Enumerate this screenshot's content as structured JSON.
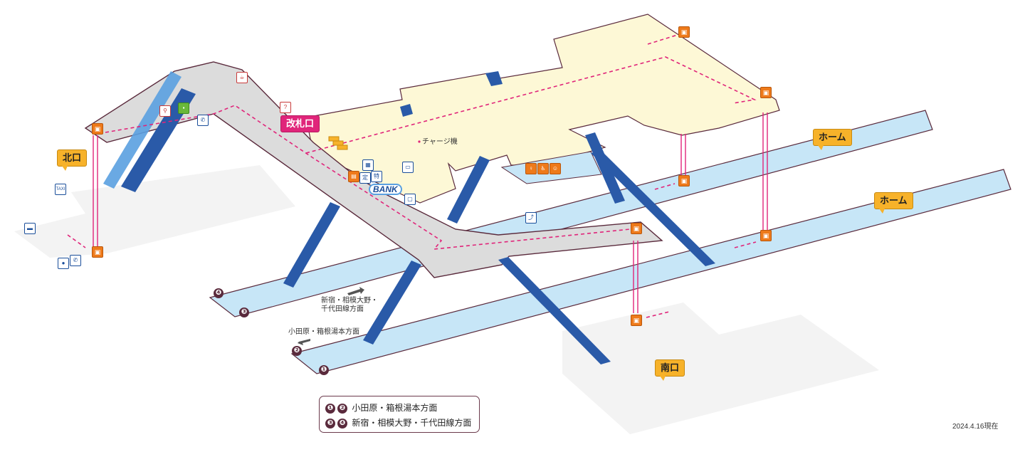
{
  "labels": {
    "north_exit": "北口",
    "south_exit": "南口",
    "home_upper": "ホーム",
    "home_lower": "ホーム",
    "gate": "改札口",
    "charge": "チャージ機",
    "bank": "BANK",
    "dir_shinjuku_line1": "新宿・相模大野・",
    "dir_shinjuku_line2": "千代田線方面",
    "dir_odawara": "小田原・箱根湯本方面",
    "taxi": "TAXI",
    "as_of": "2024.4.16現在"
  },
  "platform_numbers": [
    "❶",
    "❷",
    "❸",
    "❹"
  ],
  "legend": {
    "row1_nums": [
      "❶",
      "❷"
    ],
    "row1_text": "小田原・箱根湯本方面",
    "row2_nums": [
      "❸",
      "❹"
    ],
    "row2_text": "新宿・相模大野・千代田線方面"
  },
  "colors": {
    "platform": "#c7e6f7",
    "concourse": "#fdf8d6",
    "walkway": "#dcdcdc",
    "route": "#e0257a",
    "stairs": "#2a5aa8",
    "elevator": "#ee7a1a",
    "callout_yellow": "#f7b22a"
  }
}
